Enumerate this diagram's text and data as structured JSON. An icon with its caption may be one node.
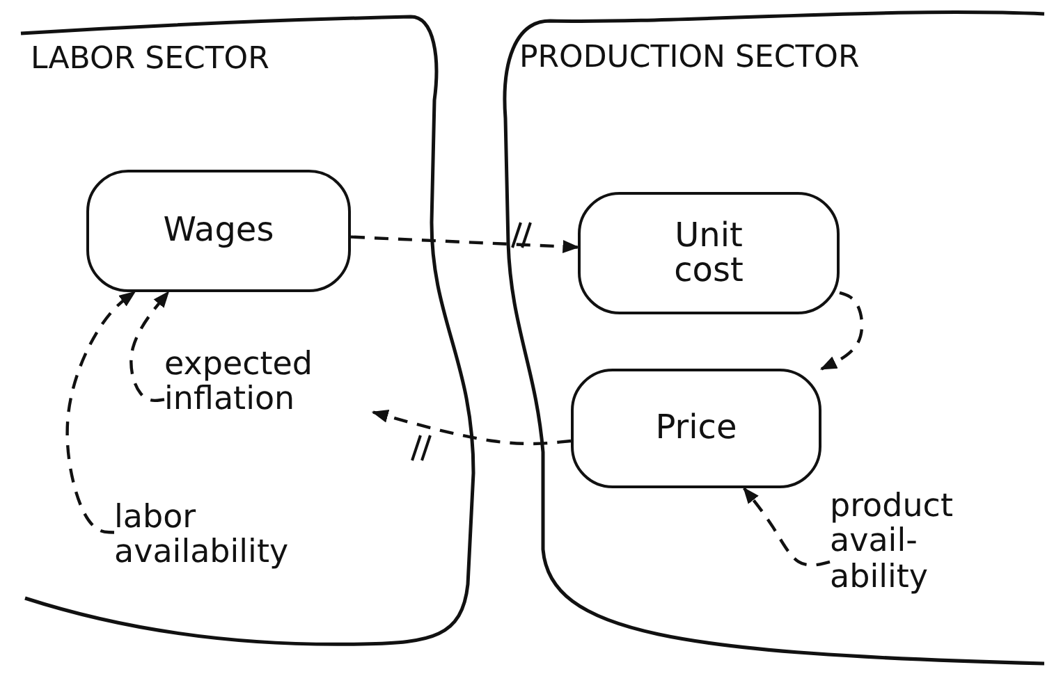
{
  "diagram": {
    "nodes": [
      {
        "text": [
          "LABOR SECTOR"
        ]
      },
      {
        "text": [
          "PRODUCTION SECTOR"
        ]
      },
      {
        "text": [
          "Wages"
        ],
        "in": 0
      },
      {
        "text": [
          "Unit cost"
        ],
        "in": 1
      },
      {
        "text": [
          "Price"
        ],
        "in": 1
      },
      {
        "text": [
          "expected inflation"
        ],
        "in": 0
      },
      {
        "text": [
          "labor availability"
        ],
        "in": 0
      },
      {
        "text": [
          "product avail- ability"
        ],
        "in": 1
      }
    ],
    "edges": [
      {
        "from": 2,
        "to": 3,
        "arrow": "to",
        "style": "dashed"
      },
      {
        "from": 3,
        "to": 4,
        "arrow": "to",
        "style": "dashed"
      },
      {
        "from": 4,
        "to": 5,
        "arrow": "to",
        "style": "dashed"
      },
      {
        "from": 5,
        "to": 2,
        "arrow": "to",
        "style": "dashed"
      },
      {
        "from": 6,
        "to": 2,
        "arrow": "to",
        "style": "dashed"
      },
      {
        "from": 7,
        "to": 4,
        "arrow": "to",
        "style": "dashed"
      }
    ]
  }
}
